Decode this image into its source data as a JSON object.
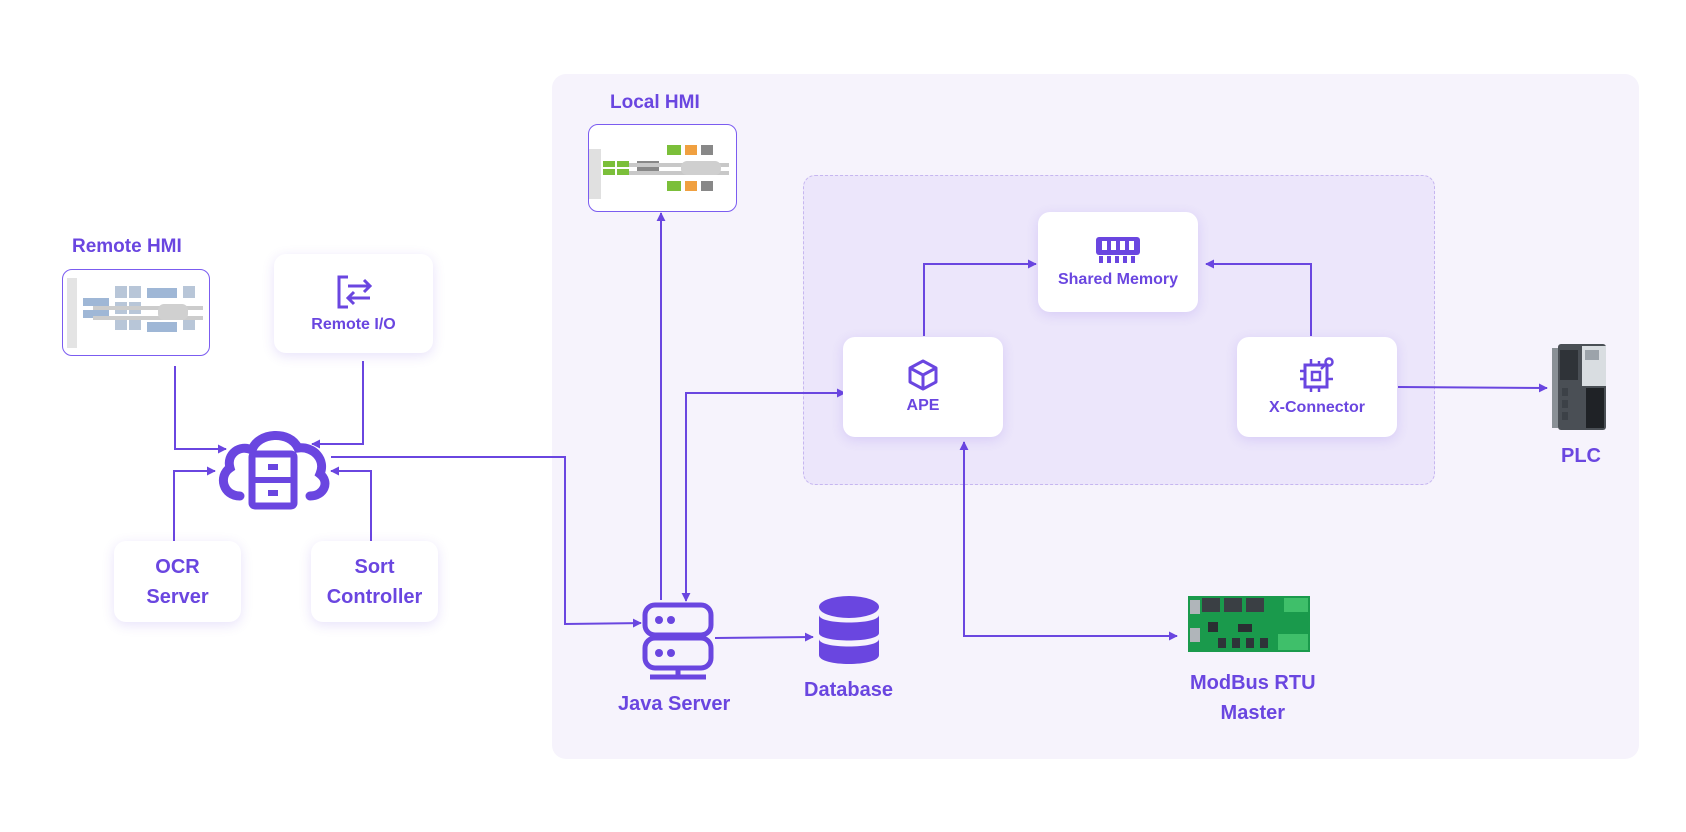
{
  "remote_hmi": {
    "title": "Remote HMI"
  },
  "local_hmi": {
    "title": "Local HMI"
  },
  "remote_io": {
    "label": "Remote I/O"
  },
  "ocr_server": {
    "label_line1": "OCR",
    "label_line2": "Server"
  },
  "sort_controller": {
    "label_line1": "Sort",
    "label_line2": "Controller"
  },
  "shared_memory": {
    "label": "Shared Memory"
  },
  "ape": {
    "label": "APE"
  },
  "x_connector": {
    "label": "X-Connector"
  },
  "plc": {
    "label": "PLC"
  },
  "java_server": {
    "label": "Java Server"
  },
  "database": {
    "label": "Database"
  },
  "modbus": {
    "label_line1": "ModBus RTU",
    "label_line2": "Master"
  },
  "colors": {
    "accent": "#6a46e0",
    "panel": "#f6f3fc",
    "group": "#ece6fb"
  },
  "icons": {
    "remote_io": "swap-arrows-icon",
    "shared_memory": "memory-chip-icon",
    "ape": "cube-icon",
    "x_connector": "cpu-chip-icon",
    "cloud": "cloud-server-icon",
    "java_server": "server-icon",
    "database": "database-icon"
  }
}
